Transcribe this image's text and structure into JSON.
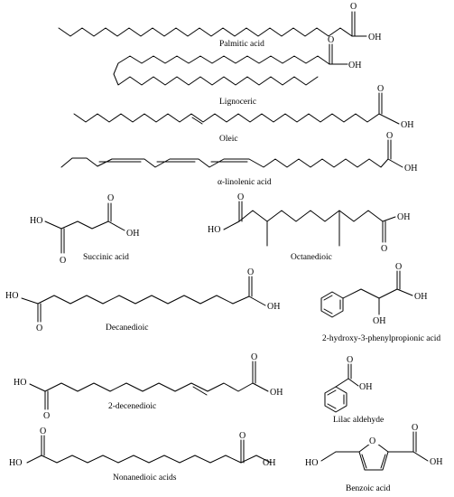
{
  "figure": {
    "background": "#ffffff",
    "line_color": "#000000"
  },
  "atoms": {
    "oh": "OH",
    "ho": "HO",
    "o": "O"
  },
  "compounds": {
    "palmitic": {
      "name": "Palmitic acid"
    },
    "lignoceric": {
      "name": "Lignoceric"
    },
    "oleic": {
      "name": "Oleic"
    },
    "linolenic": {
      "name": "α-linolenic acid"
    },
    "succinic": {
      "name": "Succinic acid"
    },
    "octanedioic": {
      "name": "Octanedioic"
    },
    "decanedioic": {
      "name": "Decanedioic"
    },
    "hydroxyphenyl": {
      "name": "2-hydroxy-3-phenylpropionic acid"
    },
    "decenedioic": {
      "name": "2-decenedioic"
    },
    "lilac": {
      "name": "Lilac aldehyde"
    },
    "nonanedioic": {
      "name": "Nonanedioic acids"
    },
    "benzoic": {
      "name": "Benzoic acid"
    }
  }
}
